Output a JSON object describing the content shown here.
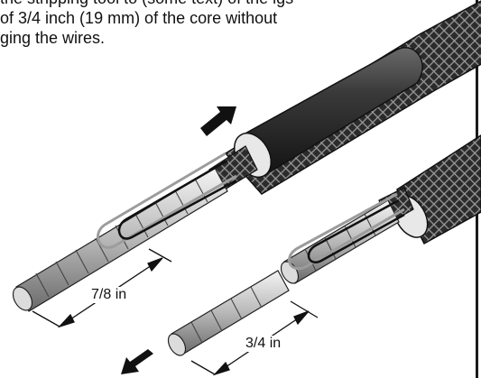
{
  "caption": {
    "line1": "the stripping tool to (some text) of the igs",
    "line2": "of 3/4 inch (19 mm) of the core without",
    "line3": "ging the wires."
  },
  "dimensions": {
    "long_strand": "7/8 in",
    "short_strand": "3/4 in"
  },
  "icons": [
    "arrow-pull-back-icon",
    "arrow-pull-out-icon"
  ],
  "colors": {
    "line": "#1a1a1a",
    "braid": "#2b2b2b",
    "sleeve": "#3a3a3a",
    "wire": "#c8c8c8"
  }
}
